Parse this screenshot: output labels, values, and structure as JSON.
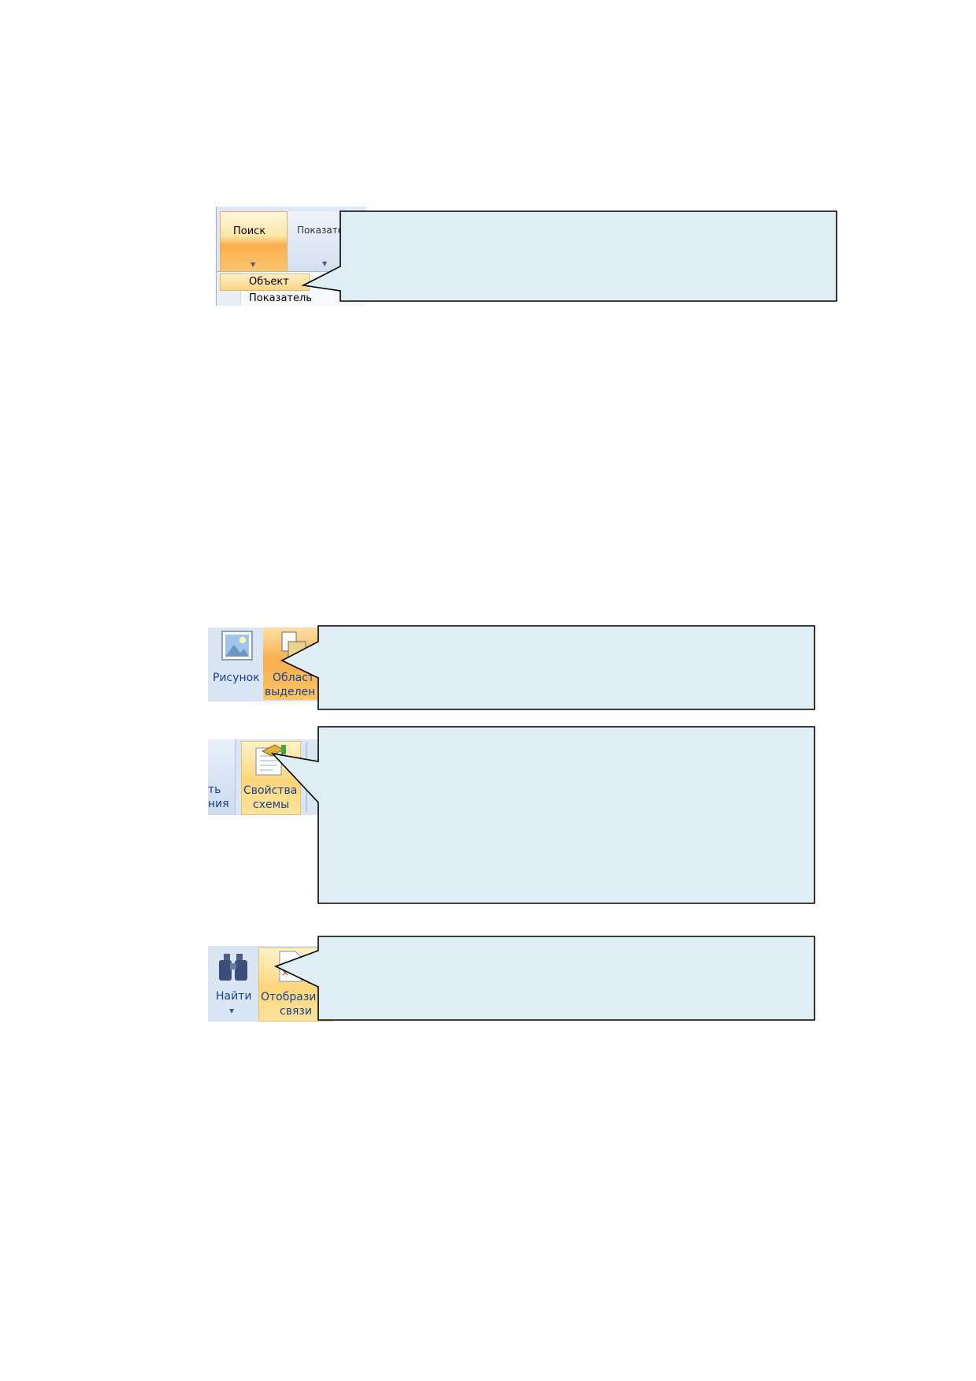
{
  "snippet1": {
    "search_button": {
      "label": "Поиск"
    },
    "indicator_button": {
      "label": "Показател"
    },
    "menu_items": [
      {
        "label": "Объект",
        "highlighted": true
      },
      {
        "label": "Показатель",
        "highlighted": false
      }
    ]
  },
  "snippet2": {
    "picture_button": {
      "label": "Рисунок"
    },
    "selection_area_button": {
      "line1": "Област",
      "line2": "выделен"
    }
  },
  "snippet3": {
    "partial_button": {
      "line1": "ть",
      "line2": "ния"
    },
    "scheme_properties_button": {
      "line1": "Свойства",
      "line2": "схемы"
    }
  },
  "snippet4": {
    "find_button": {
      "label": "Найти"
    },
    "show_links_button": {
      "line1": "Отобрази",
      "line2": "связи"
    }
  },
  "colors": {
    "callout_fill": "#deeef4",
    "ribbon_bg": "#dbe6f4",
    "highlight_orange": "#f9ae4c"
  }
}
